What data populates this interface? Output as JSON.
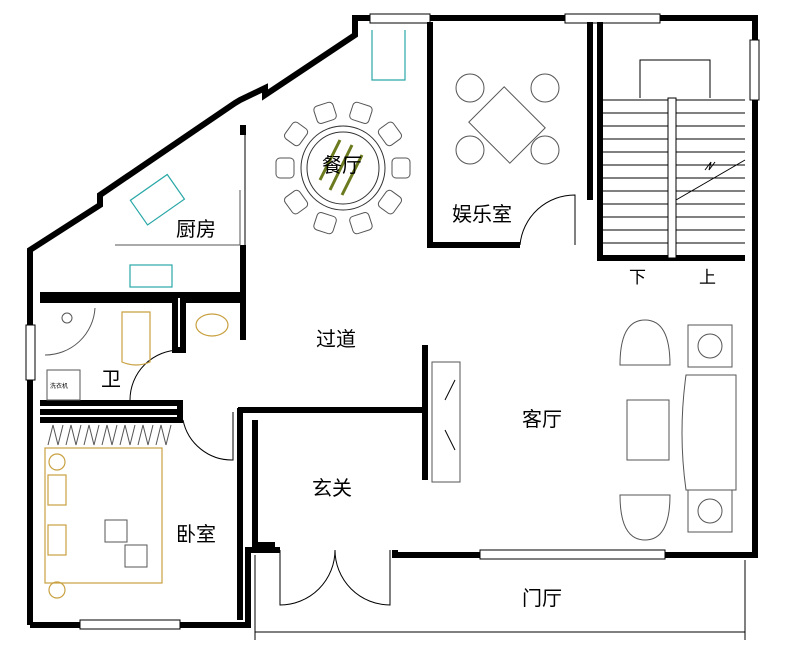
{
  "rooms": {
    "dining": "餐厅",
    "entertainment": "娱乐室",
    "kitchen": "厨房",
    "corridor": "过道",
    "bathroom": "卫",
    "living": "客厅",
    "bedroom": "卧室",
    "entry": "玄关",
    "porch": "门厅"
  },
  "stairs": {
    "down": "下",
    "up": "上"
  },
  "fixtures": {
    "washer": "洗衣机"
  },
  "colors": {
    "wall": "#000000",
    "furniture": "#555555",
    "bath_fixture": "#c8a040",
    "kitchen_fixture": "#2aa7a7",
    "table_accent": "#6b7a1e"
  }
}
